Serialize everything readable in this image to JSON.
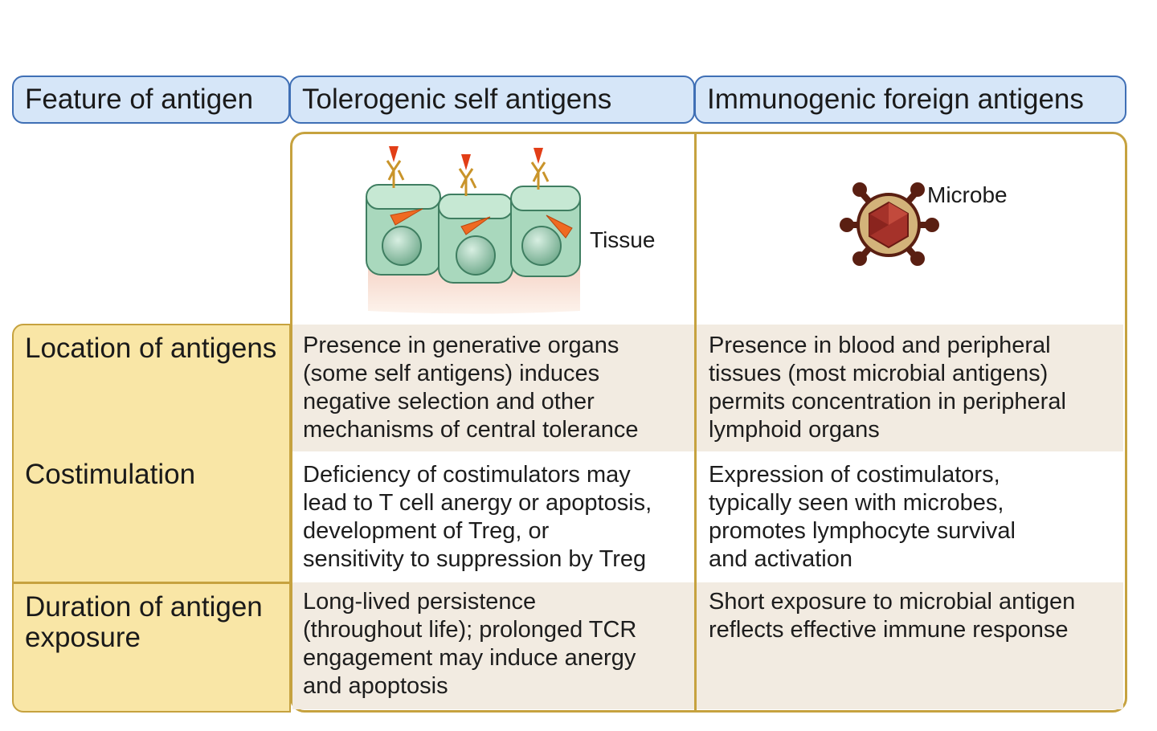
{
  "headers": {
    "feature": "Feature of antigen",
    "self": "Tolerogenic self antigens",
    "foreign": "Immunogenic foreign antigens"
  },
  "illustrations": {
    "self_label": "Tissue",
    "foreign_label": "Microbe"
  },
  "rows": [
    {
      "feature": "Location of antigens",
      "self": "Presence in generative organs\n(some self antigens) induces\nnegative selection and other\nmechanisms of central tolerance",
      "foreign": "Presence in blood and peripheral\ntissues (most microbial antigens)\npermits concentration in peripheral\nlymphoid organs"
    },
    {
      "feature": "Costimulation",
      "self": "Deficiency of costimulators may\nlead to T cell anergy or apoptosis,\ndevelopment of Treg, or\nsensitivity to suppression by Treg",
      "foreign": "Expression of costimulators,\ntypically seen with microbes,\npromotes lymphocyte survival\nand activation"
    },
    {
      "feature": "Duration of antigen exposure",
      "self": "Long-lived persistence\n(throughout life); prolonged TCR\nengagement may induce anergy\nand apoptosis",
      "foreign": "Short exposure to microbial antigen\nreflects effective immune response"
    }
  ],
  "colors": {
    "header_fill": "#d6e6f8",
    "header_border": "#3f6fb5",
    "label_fill": "#f9e6a6",
    "frame_border": "#c6a23f",
    "band_fill": "#f2ebe1"
  }
}
